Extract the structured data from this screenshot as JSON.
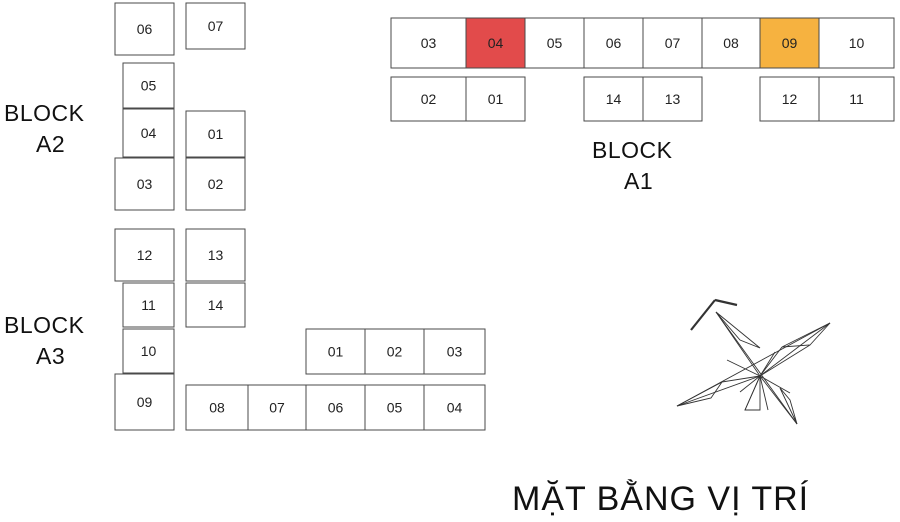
{
  "title": "MẶT BẰNG VỊ TRÍ",
  "colors": {
    "highlight_red": "#e24b4b",
    "highlight_orange": "#f6b240",
    "unit_fill": "#ffffff",
    "stroke": "#4a4a4a"
  },
  "blocks": [
    {
      "id": "A1",
      "label_line1": "BLOCK",
      "label_line2": "A1",
      "units": [
        {
          "no": "03",
          "status": "none"
        },
        {
          "no": "04",
          "status": "red"
        },
        {
          "no": "05",
          "status": "none"
        },
        {
          "no": "06",
          "status": "none"
        },
        {
          "no": "07",
          "status": "none"
        },
        {
          "no": "08",
          "status": "none"
        },
        {
          "no": "09",
          "status": "orange"
        },
        {
          "no": "10",
          "status": "none"
        },
        {
          "no": "02",
          "status": "none"
        },
        {
          "no": "01",
          "status": "none"
        },
        {
          "no": "14",
          "status": "none"
        },
        {
          "no": "13",
          "status": "none"
        },
        {
          "no": "12",
          "status": "none"
        },
        {
          "no": "11",
          "status": "none"
        }
      ]
    },
    {
      "id": "A2",
      "label_line1": "BLOCK",
      "label_line2": "A2",
      "units": [
        {
          "no": "06",
          "status": "none"
        },
        {
          "no": "07",
          "status": "none"
        },
        {
          "no": "05",
          "status": "none"
        },
        {
          "no": "04",
          "status": "none"
        },
        {
          "no": "01",
          "status": "none"
        },
        {
          "no": "03",
          "status": "none"
        },
        {
          "no": "02",
          "status": "none"
        }
      ]
    },
    {
      "id": "A3",
      "label_line1": "BLOCK",
      "label_line2": "A3",
      "units": [
        {
          "no": "12",
          "status": "none"
        },
        {
          "no": "13",
          "status": "none"
        },
        {
          "no": "11",
          "status": "none"
        },
        {
          "no": "14",
          "status": "none"
        },
        {
          "no": "10",
          "status": "none"
        },
        {
          "no": "01",
          "status": "none"
        },
        {
          "no": "02",
          "status": "none"
        },
        {
          "no": "03",
          "status": "none"
        },
        {
          "no": "09",
          "status": "none"
        },
        {
          "no": "08",
          "status": "none"
        },
        {
          "no": "07",
          "status": "none"
        },
        {
          "no": "06",
          "status": "none"
        },
        {
          "no": "05",
          "status": "none"
        },
        {
          "no": "04",
          "status": "none"
        }
      ]
    }
  ],
  "compass_icon": "compass-rose-icon"
}
